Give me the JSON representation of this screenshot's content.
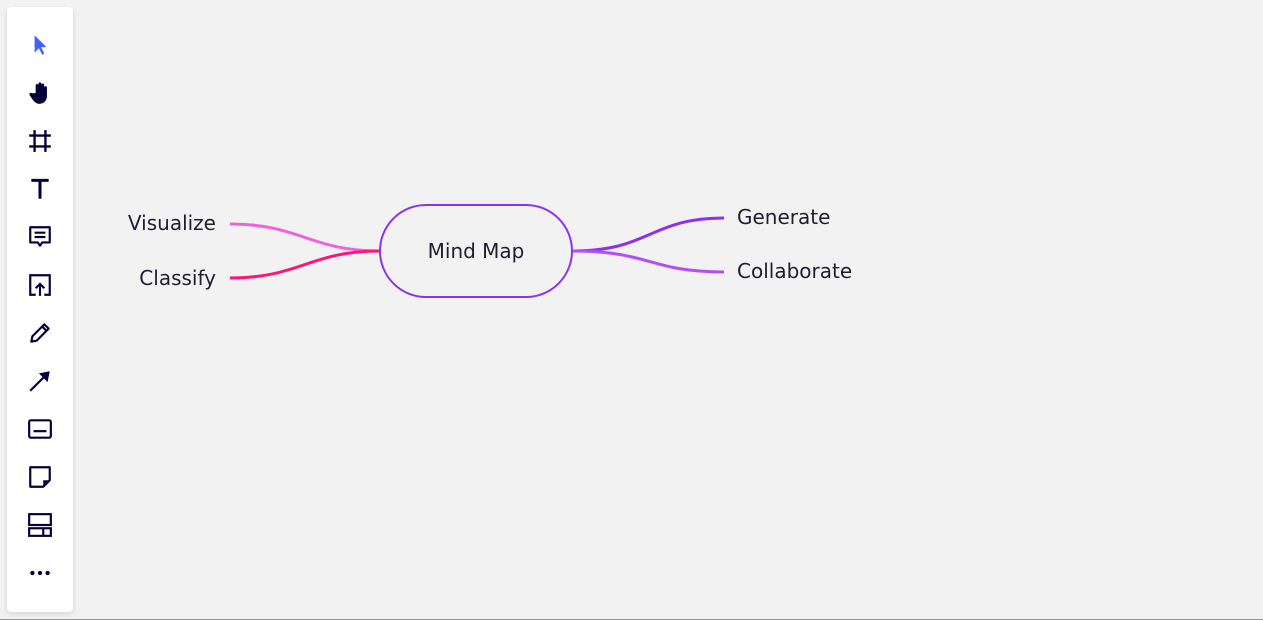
{
  "toolbar": {
    "tools": [
      {
        "name": "select",
        "icon": "cursor-icon"
      },
      {
        "name": "hand",
        "icon": "hand-icon"
      },
      {
        "name": "frame",
        "icon": "frame-icon"
      },
      {
        "name": "text",
        "icon": "text-icon"
      },
      {
        "name": "comment",
        "icon": "comment-icon"
      },
      {
        "name": "upload",
        "icon": "upload-icon"
      },
      {
        "name": "pen",
        "icon": "pencil-icon"
      },
      {
        "name": "connector",
        "icon": "arrow-icon"
      },
      {
        "name": "card",
        "icon": "card-icon"
      },
      {
        "name": "sticky-note",
        "icon": "sticky-note-icon"
      },
      {
        "name": "templates",
        "icon": "layout-icon"
      },
      {
        "name": "more",
        "icon": "more-icon"
      }
    ],
    "active_color": "#4262ff",
    "icon_color": "#050038"
  },
  "mindmap": {
    "root": {
      "label": "Mind Map",
      "color": "#8a33f0"
    },
    "left": [
      {
        "label": "Visualize",
        "color": "#f25fe1"
      },
      {
        "label": "Classify",
        "color": "#ff1478"
      }
    ],
    "right": [
      {
        "label": "Generate",
        "color": "#8f2ff0"
      },
      {
        "label": "Collaborate",
        "color": "#b34ef7"
      }
    ]
  }
}
